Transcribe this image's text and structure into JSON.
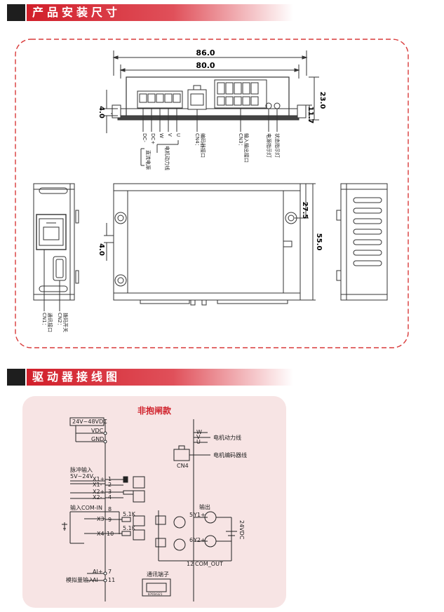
{
  "section1": {
    "title": "产品安装尺寸"
  },
  "section2": {
    "title": "驱动器接线图"
  },
  "dims": {
    "width_outer": "86.0",
    "width_inner": "80.0",
    "height_total": "23.0",
    "height_body": "11.7",
    "left_offset": "4.0",
    "hole_pitch": "27.5",
    "body_depth": "55.0",
    "hole_offset": "4.0"
  },
  "top_labels": {
    "pin_dcm": "DC-",
    "pin_dcp": "DC+",
    "pin_w": "W",
    "pin_v": "V",
    "pin_u": "U",
    "dc_power": "直流电源",
    "motor_power": "电机动力线",
    "cn4": "CN4：",
    "encoder_port": "编码器接口",
    "cn3": "CN3：",
    "io_port": "输入输出接口",
    "power_led": "电源指示灯",
    "status_led": "状态指示灯"
  },
  "side_labels": {
    "cn1": "CN1：",
    "comm_port": "通讯接口",
    "cn2": "CN2：",
    "dial_switch": "拨码开关"
  },
  "wiring": {
    "title": "非抱闸款",
    "supply": "24V~48VDC",
    "vdc": "VDC",
    "gnd": "GND",
    "w": "W",
    "v": "V",
    "u": "U",
    "motor_power": "电机动力线",
    "motor_encoder": "电机编码器线",
    "cn4": "CN4",
    "pulse_input": "脉冲输入",
    "pulse_voltage": "5V~24V",
    "x1p": "X1+",
    "x1m": "X1-",
    "x2p": "X2+",
    "x2m": "X2-",
    "com_in": "输入COM-IN",
    "x3": "X3",
    "x4": "X4",
    "res1": "5.1K",
    "res2": "5.1K",
    "output": "输出",
    "y1": "Y1+",
    "y2": "Y2+",
    "com_out": "COM_OUT",
    "vdc24": "24VDC",
    "aip": "AI+",
    "aim": "AI-",
    "analog_input": "模拟量输入",
    "comm_terminal": "通讯端子",
    "rj_pins": "87654321",
    "pins": [
      "1",
      "2",
      "3",
      "4",
      "8",
      "9",
      "10",
      "5",
      "6",
      "12",
      "7",
      "11"
    ]
  }
}
